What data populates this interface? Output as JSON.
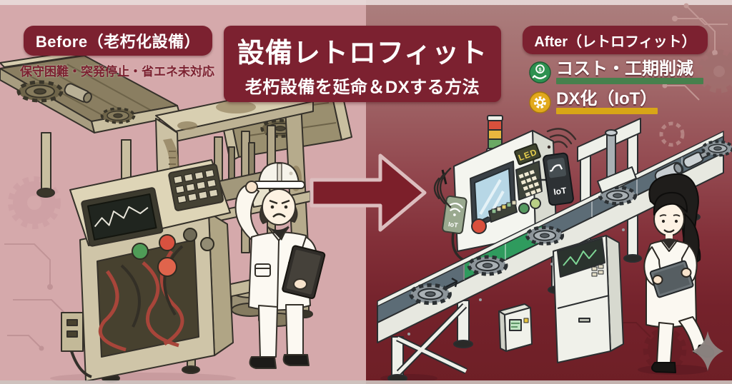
{
  "left_panel": {
    "badge": "Before（老朽化設備）",
    "caption": "保守困難・突発停止・省エネ未対応"
  },
  "title_box": {
    "title": "設備レトロフィット",
    "subtitle": "老朽設備を延命＆DXする方法"
  },
  "right_panel": {
    "badge": "After（レトロフィット）",
    "benefits": [
      {
        "label": "コスト・工期削減",
        "icon": "cost-saving-icon",
        "bar_color": "#47804d"
      },
      {
        "label": "DX化（IoT）",
        "icon": "gear-icon",
        "bar_color": "#d8a617"
      }
    ]
  },
  "equipment_labels": {
    "led_display": "LED",
    "iot_tag": "IoT",
    "iot_module": "IoT"
  },
  "colors": {
    "bg_left": "#d5a9ab",
    "bg_right_top": "#ac7f7e",
    "bg_right_bottom": "#6e1f26",
    "badge_maroon": "#7c2130",
    "arrow_fill": "#7c1f2a",
    "arrow_outline": "#dcbdbe",
    "benefit_green": "#47804d",
    "benefit_gold": "#d8a617",
    "belt_green": "#2f9b5e",
    "belt_gray": "#5c6c76"
  }
}
